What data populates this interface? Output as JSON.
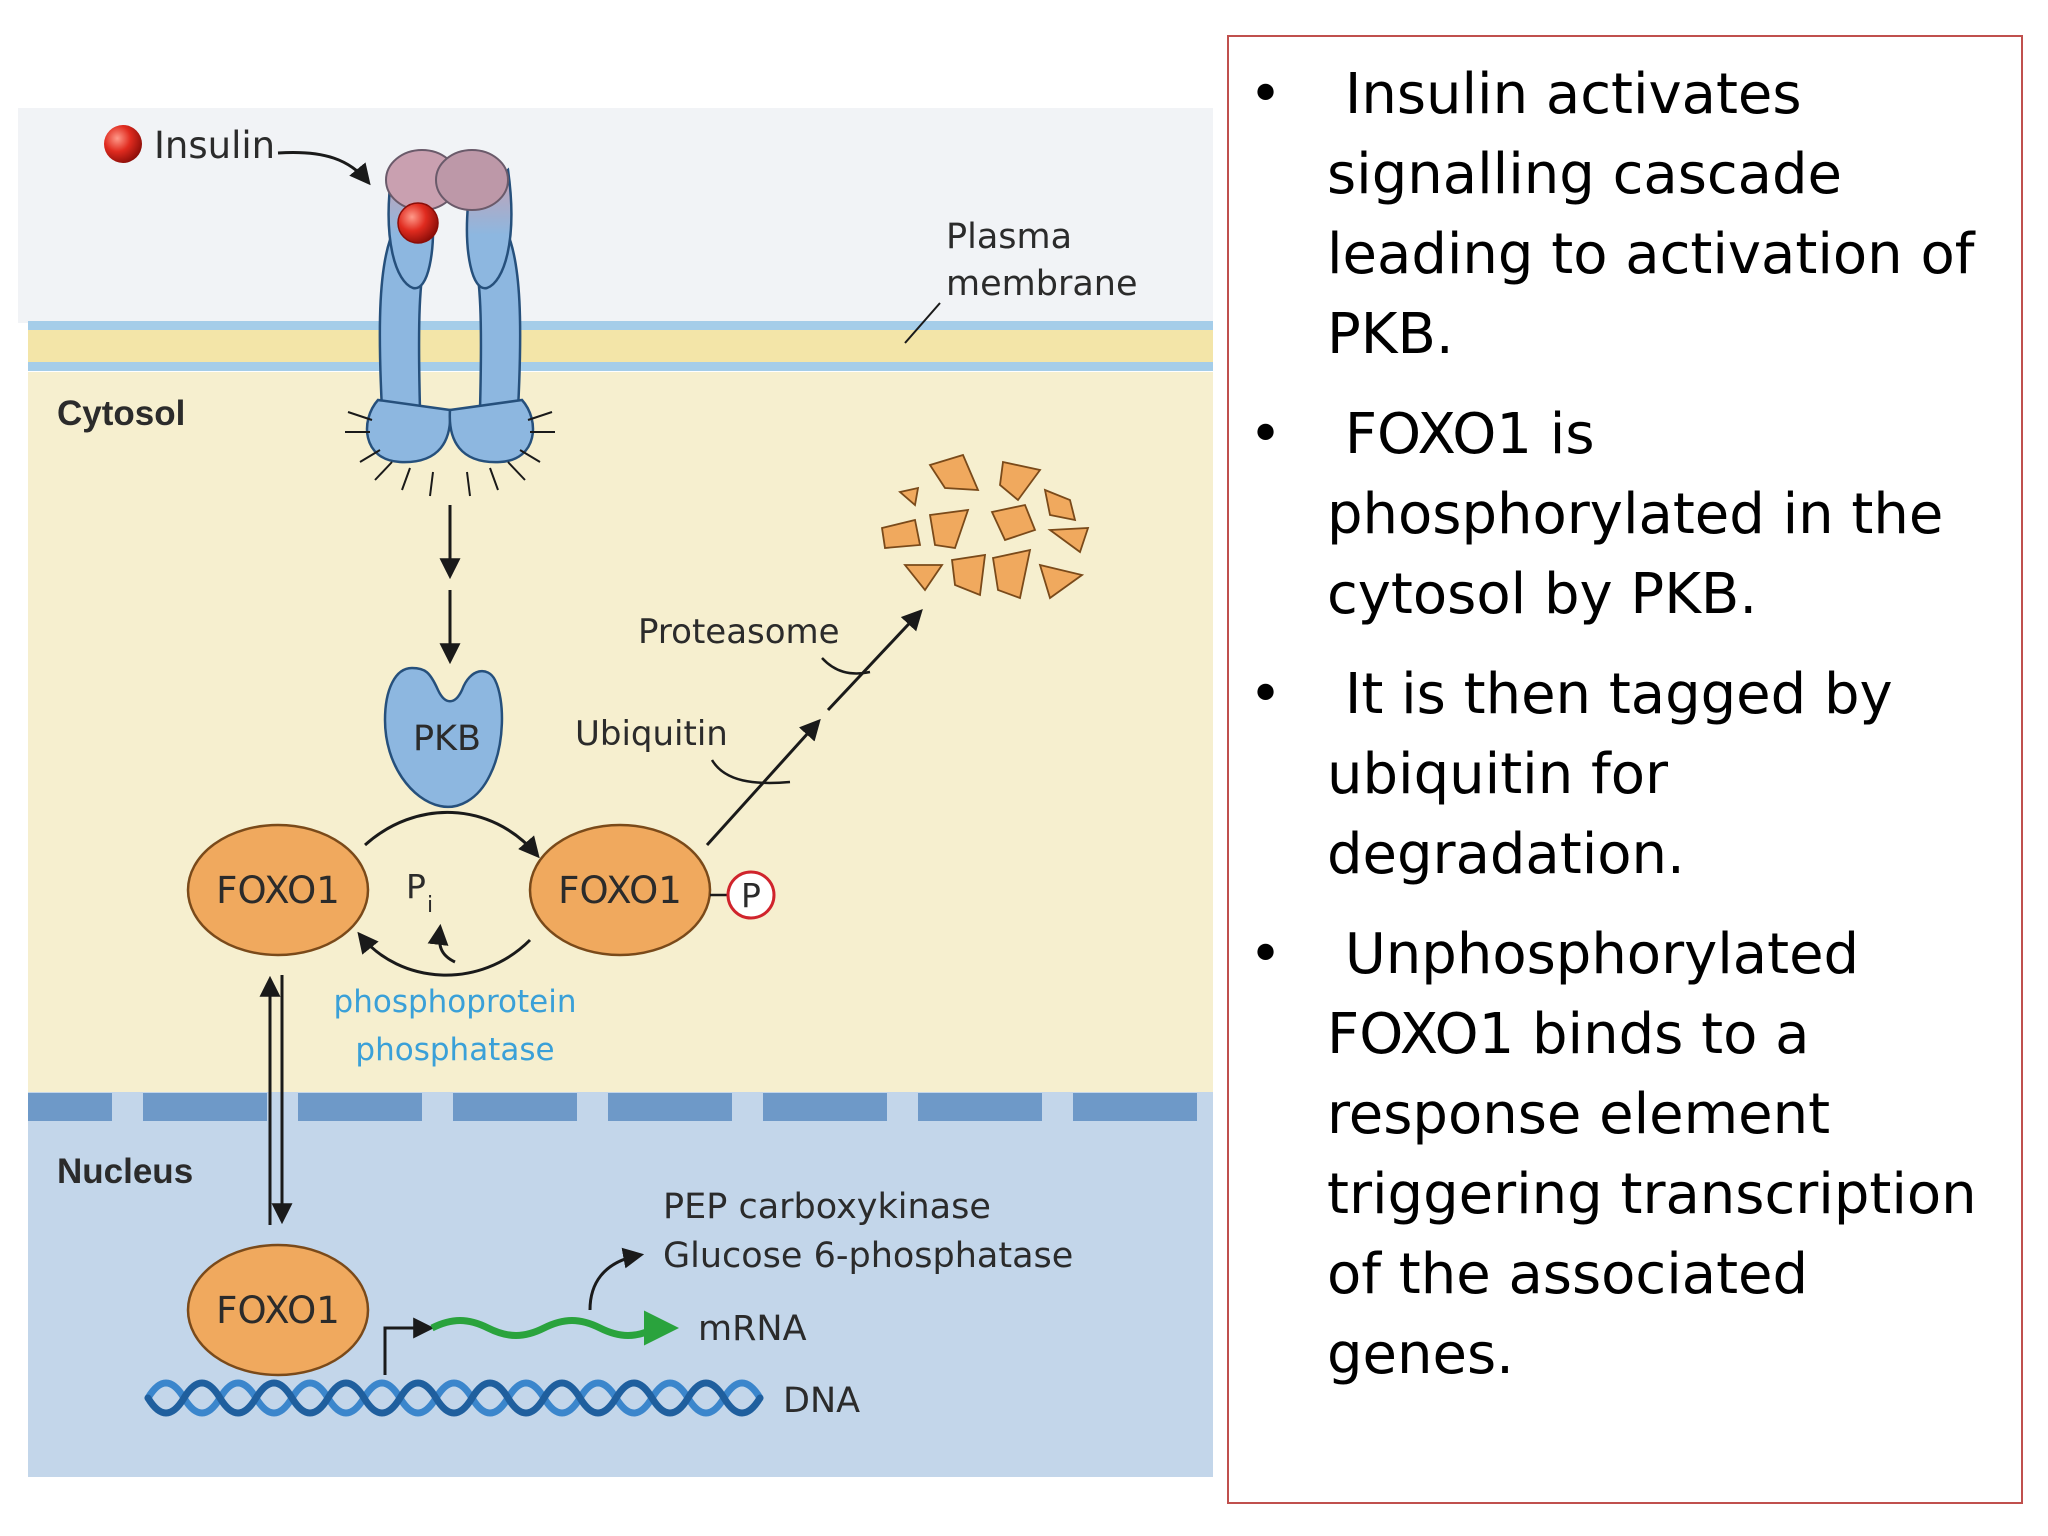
{
  "diagram": {
    "insulin_label": "Insulin",
    "plasma_membrane_line1": "Plasma",
    "plasma_membrane_line2": "membrane",
    "cytosol_label": "Cytosol",
    "nucleus_label": "Nucleus",
    "pkb_label": "PKB",
    "foxo1_left_label": "FOXO1",
    "foxo1_right_label": "FOXO1",
    "foxo1_nucleus_label": "FOXO1",
    "phosphate_tag": "P",
    "pi_label": "P",
    "pi_subscript": "i",
    "proteasome_label": "Proteasome",
    "ubiquitin_label": "Ubiquitin",
    "phosphatase_line1": "phosphoprotein",
    "phosphatase_line2": "phosphatase",
    "gene1_label": "PEP carboxykinase",
    "gene2_label": "Glucose 6-phosphatase",
    "mrna_label": "mRNA",
    "dna_label": "DNA",
    "colors": {
      "extracellular": "#f1f3f6",
      "cytosol": "#f6efcf",
      "nucleus": "#c3d6ea",
      "membrane_blue": "#a5cde9",
      "membrane_yellow": "#f3e5a8",
      "nuclear_envelope": "#6e99c8",
      "receptor": "#8db7e0",
      "foxo1": "#f0a95e",
      "phosphatase_text": "#3aa0d8",
      "phosphate_circle": "#d0242c",
      "mrna": "#2aa33d",
      "dna": "#3b86cc"
    }
  },
  "bullets": [
    {
      "text": " Insulin activates signalling cascade leading to activation of PKB."
    },
    {
      "text": " FOXO1 is phosphorylated in the cytosol by PKB."
    },
    {
      "text": " It is then tagged by ubiquitin for degradation."
    },
    {
      "text": " Unphosphorylated FOXO1 binds to a response element triggering transcription of the associated genes."
    }
  ],
  "bullet_symbol": "•",
  "border_color": "#c0504d"
}
